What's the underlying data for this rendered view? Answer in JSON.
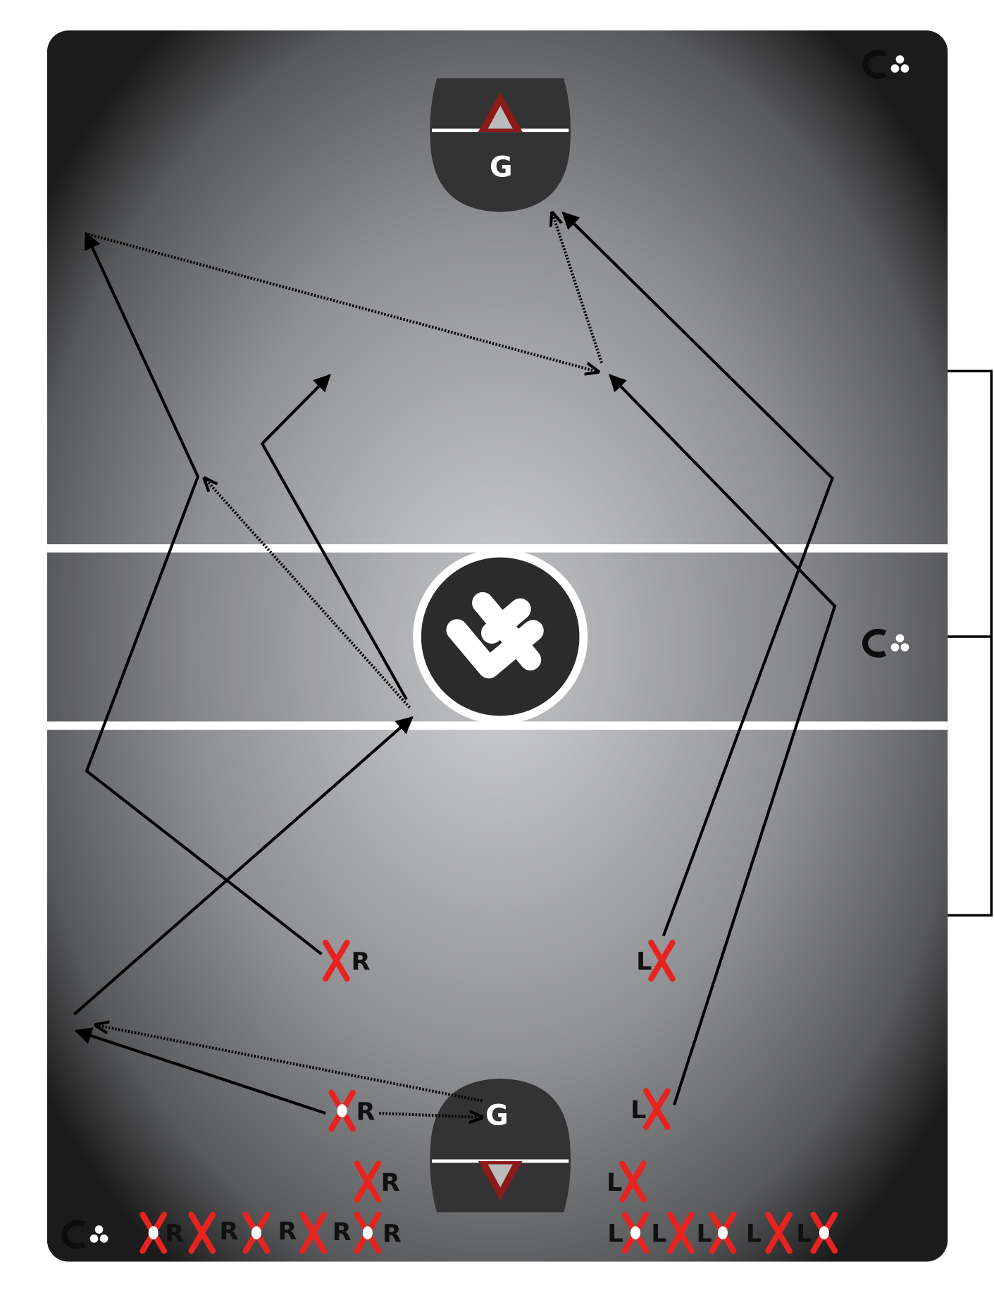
{
  "title": "Lacrosse drill diagram",
  "goals": {
    "top": {
      "label": "G"
    },
    "bottom": {
      "label": "G"
    }
  },
  "center_logo": {
    "text": "lf"
  },
  "corner_logos": [
    "C∴",
    "C∴",
    "C∴"
  ],
  "players": {
    "right_side": [
      "R",
      "R",
      "R",
      "R",
      "R",
      "R",
      "R",
      "R"
    ],
    "left_side": [
      "L",
      "L",
      "L",
      "L",
      "L",
      "L",
      "L",
      "L"
    ]
  },
  "colors": {
    "player_x": "#e8231f",
    "goal_crease": "#333333",
    "goal_triangle": "#8b1a1a",
    "field_light": "#cfd0d2",
    "field_dark": "#1b1b1b"
  }
}
